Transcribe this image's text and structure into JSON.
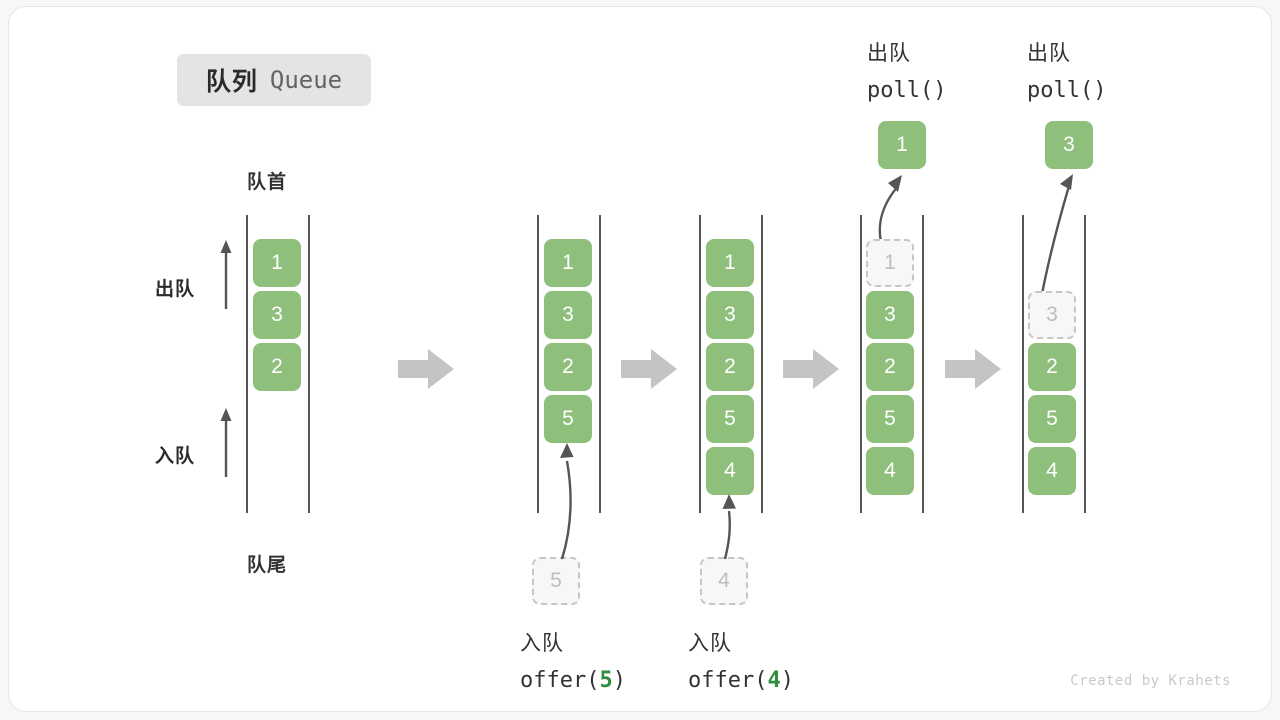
{
  "title": {
    "zh": "队列",
    "en": "Queue"
  },
  "labels": {
    "head": "队首",
    "tail": "队尾",
    "dequeue": "出队",
    "enqueue": "入队"
  },
  "credit": "Created by Krahets",
  "colors": {
    "cell_green": "#8ec07c",
    "ghost_border": "#c6c6c6",
    "ghost_text": "#bdbdbd",
    "rail": "#555555",
    "step_arrow": "#c4c4c4",
    "badge_bg": "#e4e4e4",
    "arg_green": "#2f8c3b",
    "text_dark": "#333333",
    "credit_gray": "#c9c9c9"
  },
  "stages": [
    {
      "id": "stage-initial",
      "cells": [
        {
          "value": "1",
          "state": "filled"
        },
        {
          "value": "3",
          "state": "filled"
        },
        {
          "value": "2",
          "state": "filled"
        }
      ]
    },
    {
      "id": "stage-offer-5",
      "op_zh": "入队",
      "op_code_prefix": "offer(",
      "op_code_arg": "5",
      "op_code_suffix": ")",
      "incoming_value": "5",
      "cells": [
        {
          "value": "1",
          "state": "filled"
        },
        {
          "value": "3",
          "state": "filled"
        },
        {
          "value": "2",
          "state": "filled"
        },
        {
          "value": "5",
          "state": "filled"
        }
      ]
    },
    {
      "id": "stage-offer-4",
      "op_zh": "入队",
      "op_code_prefix": "offer(",
      "op_code_arg": "4",
      "op_code_suffix": ")",
      "incoming_value": "4",
      "cells": [
        {
          "value": "1",
          "state": "filled"
        },
        {
          "value": "3",
          "state": "filled"
        },
        {
          "value": "2",
          "state": "filled"
        },
        {
          "value": "5",
          "state": "filled"
        },
        {
          "value": "4",
          "state": "filled"
        }
      ]
    },
    {
      "id": "stage-poll-1",
      "op_zh": "出队",
      "op_code": "poll()",
      "outgoing_value": "1",
      "cells": [
        {
          "value": "1",
          "state": "ghost"
        },
        {
          "value": "3",
          "state": "filled"
        },
        {
          "value": "2",
          "state": "filled"
        },
        {
          "value": "5",
          "state": "filled"
        },
        {
          "value": "4",
          "state": "filled"
        }
      ]
    },
    {
      "id": "stage-poll-3",
      "op_zh": "出队",
      "op_code": "poll()",
      "outgoing_value": "3",
      "cells": [
        {
          "value": "",
          "state": "empty"
        },
        {
          "value": "3",
          "state": "ghost"
        },
        {
          "value": "2",
          "state": "filled"
        },
        {
          "value": "5",
          "state": "filled"
        },
        {
          "value": "4",
          "state": "filled"
        }
      ]
    }
  ]
}
